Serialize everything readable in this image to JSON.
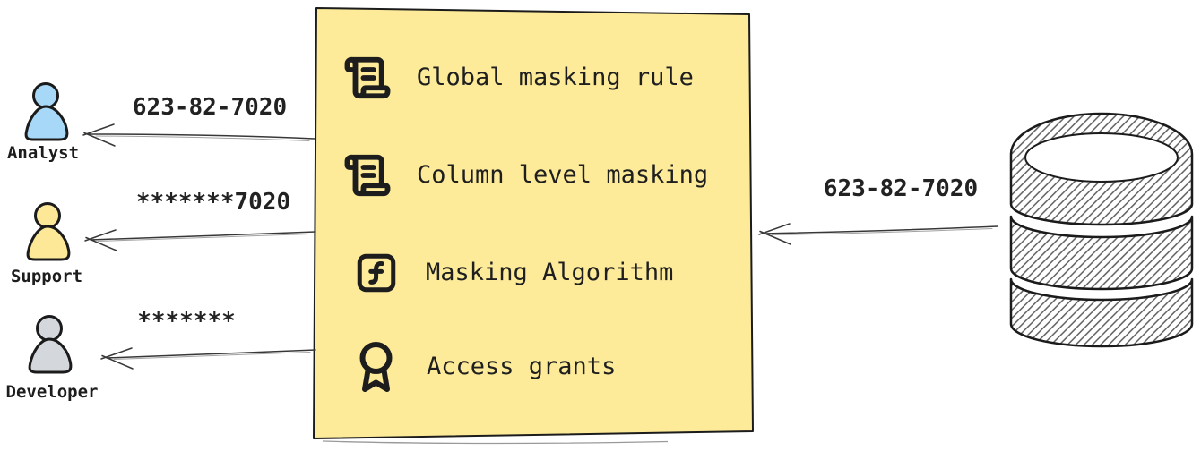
{
  "personas": [
    {
      "name": "Analyst",
      "received_value": "623-82-7020",
      "fill": "#a8d8f8"
    },
    {
      "name": "Support",
      "received_value": "*******7020",
      "fill": "#fce897"
    },
    {
      "name": "Developer",
      "received_value": "*******",
      "fill": "#d4d8dc"
    }
  ],
  "masking_box": {
    "fill": "#fdeb99",
    "items": [
      {
        "icon": "scroll-text-icon",
        "label": "Global masking rule"
      },
      {
        "icon": "scroll-text-icon",
        "label": "Column level masking"
      },
      {
        "icon": "function-square-icon",
        "label": "Masking Algorithm"
      },
      {
        "icon": "award-icon",
        "label": "Access grants"
      }
    ]
  },
  "source_flow": {
    "value": "623-82-7020"
  },
  "colors": {
    "stroke": "#1c1c1c",
    "hatch": "#606060",
    "arrow": "#383838"
  }
}
